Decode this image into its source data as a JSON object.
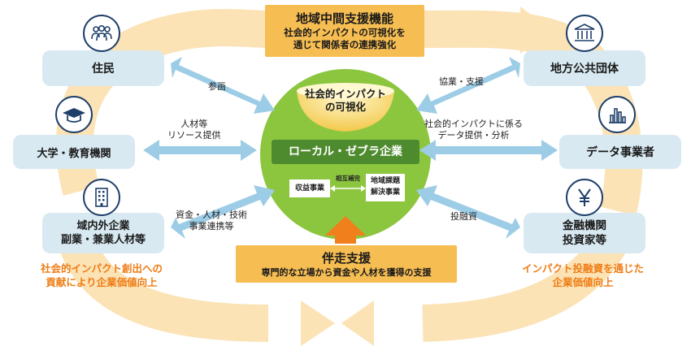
{
  "top_box": {
    "title": "地域中間支援機能",
    "line1": "社会的インパクトの可視化を",
    "line2": "通じて関係者の連携強化"
  },
  "bottom_box": {
    "title": "伴走支援",
    "subtitle": "専門的な立場から資金や人材を獲得の支援"
  },
  "center": {
    "visualize_line1": "社会的インパクト",
    "visualize_line2": "の可視化",
    "main_label": "ローカル・ゼブラ企業",
    "profit_business": "収益事業",
    "mutual": "相互補完",
    "regional_line1": "地域課題",
    "regional_line2": "解決事業"
  },
  "left": {
    "residents": "住民",
    "university": "大学・教育機関",
    "companies_line1": "域内外企業",
    "companies_line2": "副業・兼業人材等",
    "outcome_line1": "社会的インパクト創出への",
    "outcome_line2": "貢献により企業価値向上"
  },
  "right": {
    "local_gov": "地方公共団体",
    "data_company": "データ事業者",
    "finance_line1": "金融機関",
    "finance_line2": "投資家等",
    "outcome_line1": "インパクト投融資を通じた",
    "outcome_line2": "企業価値向上"
  },
  "arrows": {
    "participation": "参画",
    "talent_line1": "人材等",
    "talent_line2": "リソース提供",
    "funds_line1": "資金・人材・技術",
    "funds_line2": "事業連携等",
    "collaboration": "協業・支援",
    "data_line1": "社会的インパクトに係る",
    "data_line2": "データ提供・分析",
    "investment": "投融資"
  },
  "icons": {
    "residents": "people-icon",
    "university": "graduation-cap-icon",
    "companies": "building-icon",
    "local_gov": "government-building-icon",
    "data_company": "bar-chart-icon",
    "finance": "yen-icon"
  },
  "colors": {
    "ring": "#fbe3b6",
    "orange_box": "#f6bd52",
    "accent_orange": "#ef7c14",
    "green": "#8cc63f",
    "node_box": "#d8e9f1",
    "arrow_blue": "#9dcde6",
    "icon_navy": "#1f3f6b"
  }
}
